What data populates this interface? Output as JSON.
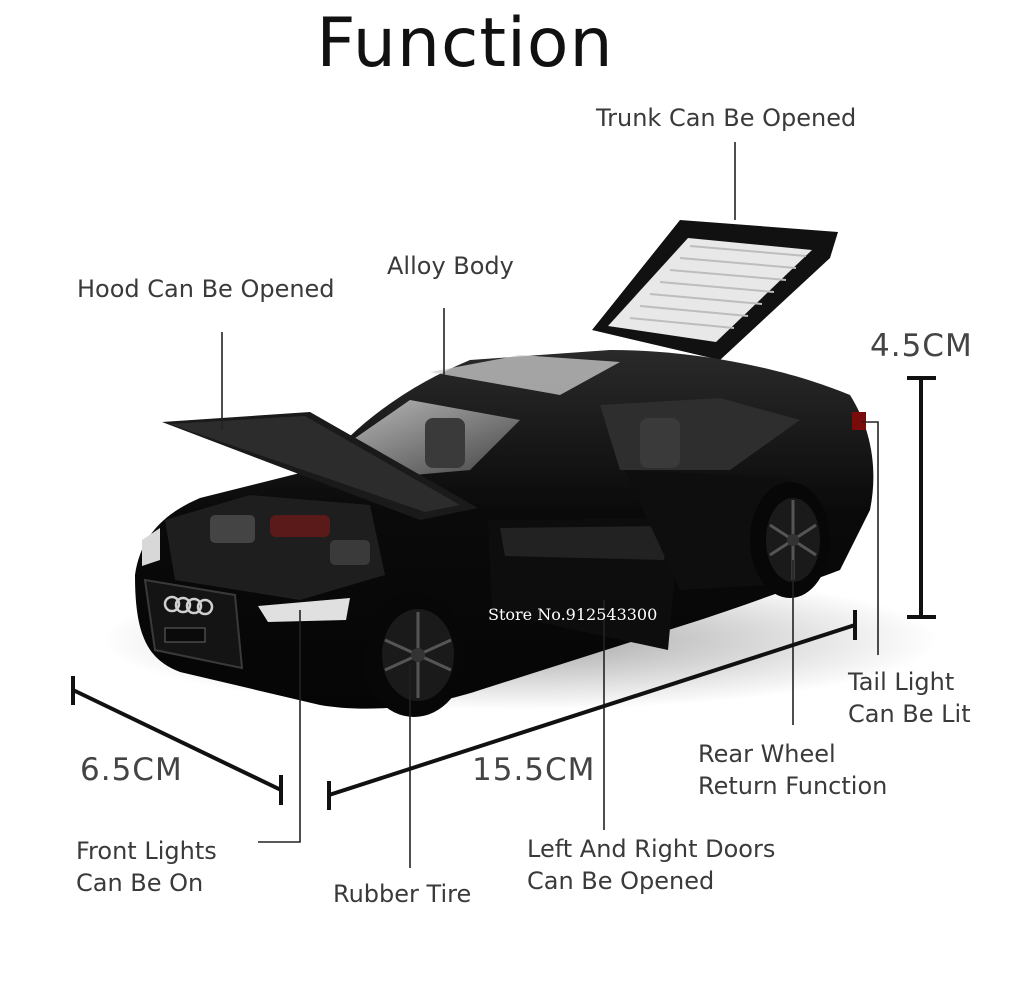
{
  "title": "Function",
  "labels": {
    "trunk": "Trunk Can Be Opened",
    "alloy": "Alloy Body",
    "hood": "Hood Can Be Opened",
    "tail_line1": "Tail Light",
    "tail_line2": "Can Be Lit",
    "rear_line1": "Rear Wheel",
    "rear_line2": "Return Function",
    "front_line1": "Front Lights",
    "front_line2": "Can Be On",
    "rubber": "Rubber Tire",
    "doors_line1": "Left And Right Doors",
    "doors_line2": "Can Be Opened"
  },
  "dimensions": {
    "height": "4.5CM",
    "width": "6.5CM",
    "length": "15.5CM"
  },
  "watermark": "Store No.912543300",
  "colors": {
    "car_body": "#0b0b0b",
    "label_text": "#3a3a3a",
    "line": "#222222"
  }
}
